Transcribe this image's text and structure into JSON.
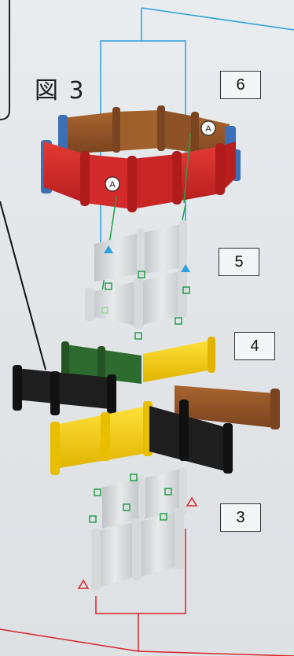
{
  "figure_label": "図 3",
  "steps": [
    "6",
    "5",
    "4",
    "3"
  ],
  "callout_letter": "A",
  "colors": {
    "blue_line": "#2aa0dc",
    "green_line": "#23a04a",
    "red_line": "#d9232a",
    "black_line": "#111111",
    "brown": "#9a5a2b",
    "red_wall": "#d32b2b",
    "blue_post": "#3b6fb6",
    "grey_wall": "#cfd3d4",
    "green_wall": "#2e6b2e",
    "yellow_wall": "#f2c915",
    "black_wall": "#1e1e1e"
  }
}
